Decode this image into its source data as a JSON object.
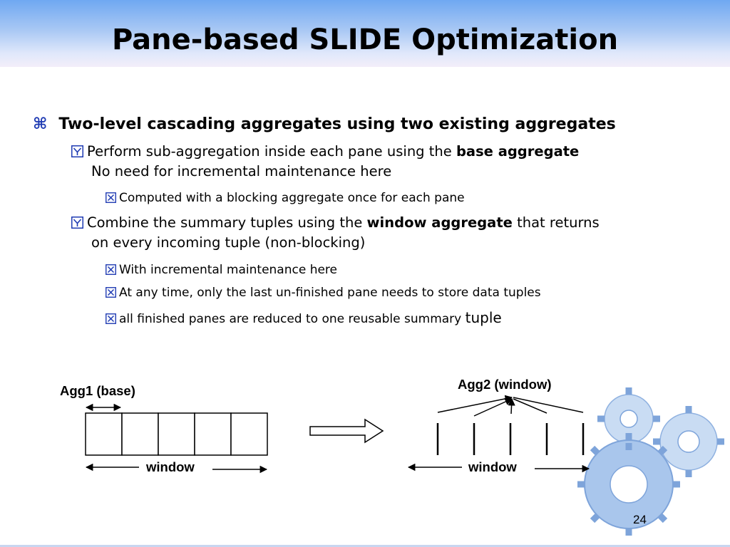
{
  "slide": {
    "title": "Pane-based SLIDE Optimization",
    "page_number": "24"
  },
  "bullets": {
    "main": "Two-level cascading aggregates using two existing aggregates",
    "sub1_prefix": "Perform sub-aggregation inside each pane using the ",
    "sub1_bold": "base aggregate",
    "sub1_line2": "No need for incremental maintenance here",
    "sub1_detail": "Computed with a blocking aggregate once for each pane",
    "sub2_prefix": "Combine the summary tuples using the ",
    "sub2_bold": "window aggregate",
    "sub2_suffix": " that returns",
    "sub2_line2": "on every incoming tuple (non-blocking)",
    "sub2_detail1": "With incremental maintenance here",
    "sub2_detail2": "At any time, only the last un-finished pane needs to store data tuples",
    "sub2_detail3_prefix": "all finished panes are reduced to one reusable summary ",
    "sub2_detail3_last": "tuple"
  },
  "diagram": {
    "left_label": "Agg1 (base)",
    "left_window_label": "window",
    "right_label": "Agg2 (window)",
    "right_window_label": "window",
    "pane_count": 5,
    "tuple_count": 5
  },
  "colors": {
    "bullet_glyph": "#1f3bb3",
    "gear": "#9bbde8"
  },
  "icons": {
    "main_bullet": "command-key-icon",
    "sub_bullet": "checkbox-check-icon",
    "detail_bullet": "checkbox-x-icon",
    "decoration": "gears-icon"
  }
}
